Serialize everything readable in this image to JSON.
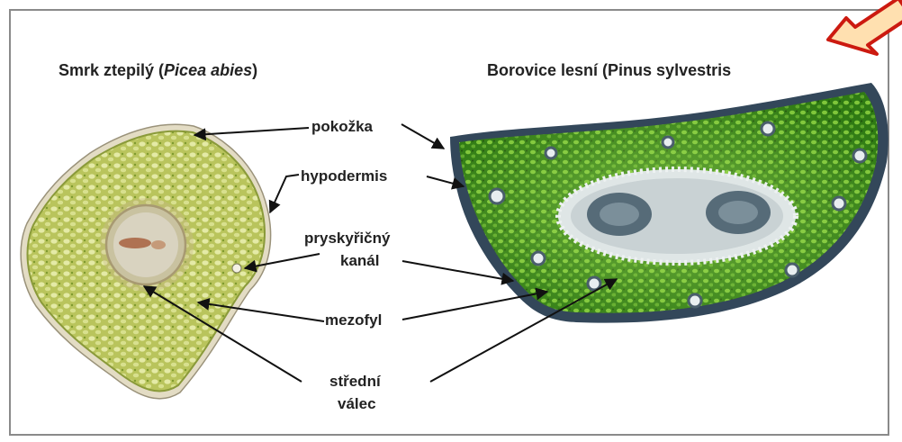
{
  "titles": {
    "left_plain": "Smrk ztepilý (",
    "left_italic": "Picea abies",
    "left_close": ")",
    "right": "Borovice lesní (Pinus sylvestris"
  },
  "labels": {
    "pokozka": "pokožka",
    "hypodermis": "hypodermis",
    "kanal_line1": "pryskyřičný",
    "kanal_line2": "kanál",
    "mezofyl": "mezofyl",
    "valec_line1": "střední",
    "valec_line2": "válec"
  },
  "colors": {
    "spruce_fill": "#b7c35a",
    "spruce_outline": "#d9d2b8",
    "pine_fill": "#3f8a1c",
    "pine_edge": "#33475a",
    "arrow_fill": "#ffe0b0",
    "arrow_stroke": "#cc1a10"
  },
  "icons": [
    "corner-arrow-icon"
  ]
}
